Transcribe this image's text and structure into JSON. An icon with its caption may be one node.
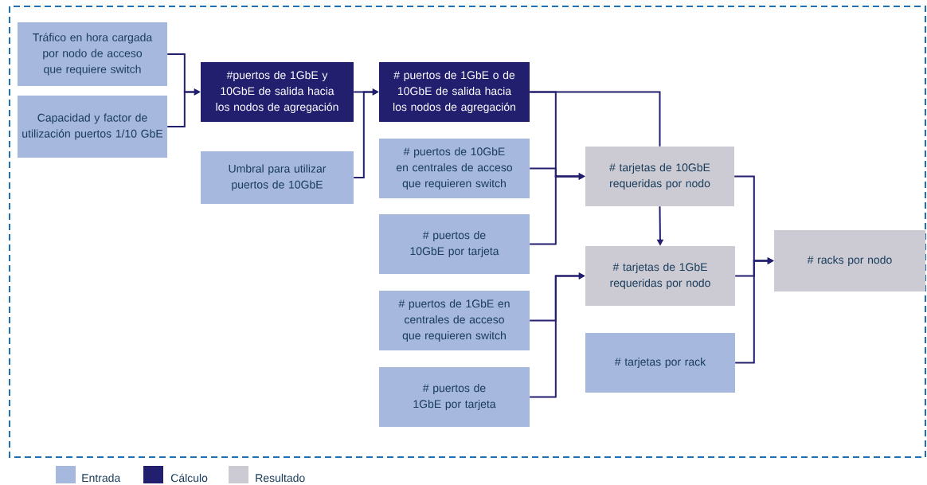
{
  "diagram": {
    "nodes": [
      {
        "text": [
          "Tráfico en hora cargada por nodo de acceso que requiere switch"
        ]
      },
      {
        "text": [
          "Capacidad y factor de utilización puertos 1/10 GbE"
        ]
      },
      {
        "text": [
          "#puertos de 1GbE y 10GbE de salida hacia los nodos de agregación"
        ]
      },
      {
        "text": [
          "Umbral para utilizar puertos de 10GbE"
        ]
      },
      {
        "text": [
          "# puertos de 1GbE o de 10GbE de salida hacia los nodos de agregación"
        ]
      },
      {
        "text": [
          "# puertos de 10GbE en centrales de acceso que requieren switch"
        ]
      },
      {
        "text": [
          "# puertos de 10GbE por tarjeta"
        ]
      },
      {
        "text": [
          "# puertos de 1GbE en centrales de acceso que requieren switch"
        ]
      },
      {
        "text": [
          "# puertos de 1GbE por tarjeta"
        ]
      },
      {
        "text": [
          "# tarjetas de 10GbE requeridas por nodo"
        ]
      },
      {
        "text": [
          "# tarjetas de 1GbE requeridas por nodo"
        ]
      },
      {
        "text": [
          "# tarjetas por rack"
        ]
      },
      {
        "text": [
          "# racks por nodo"
        ]
      }
    ],
    "edges": [
      {
        "from": 0,
        "to": 2,
        "arrow": "to"
      },
      {
        "from": 1,
        "to": 2,
        "arrow": "to"
      },
      {
        "from": 2,
        "to": 4,
        "arrow": "to"
      },
      {
        "from": 3,
        "to": 4,
        "arrow": "to"
      },
      {
        "from": 4,
        "to": 9,
        "arrow": "to"
      },
      {
        "from": 4,
        "to": 9,
        "arrow": "none"
      },
      {
        "from": 5,
        "to": 9,
        "arrow": "to"
      },
      {
        "from": 6,
        "to": 9,
        "arrow": "to"
      },
      {
        "from": 9,
        "to": 10,
        "arrow": "to"
      },
      {
        "from": 7,
        "to": 10,
        "arrow": "to"
      },
      {
        "from": 8,
        "to": 10,
        "arrow": "to"
      },
      {
        "from": 9,
        "to": 12,
        "arrow": "to"
      },
      {
        "from": 10,
        "to": 12,
        "arrow": "to"
      },
      {
        "from": 11,
        "to": 12,
        "arrow": "to"
      }
    ],
    "legend": [
      {
        "text": "Entrada",
        "color": "#a6b8de"
      },
      {
        "text": "Cálculo",
        "color": "#231f6f"
      },
      {
        "text": "Resultado",
        "color": "#cccbd3"
      }
    ]
  }
}
